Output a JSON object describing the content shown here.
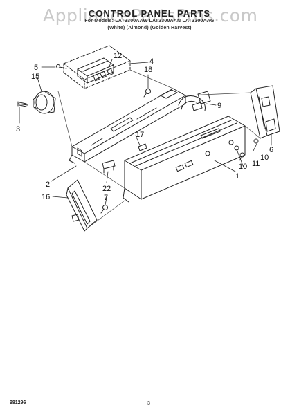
{
  "watermark": "AppliancePartsPros.com",
  "title": "CONTROL PANEL PARTS",
  "subtitle": {
    "models": "For Models: LAT3300AAW LAT3300AAN LAT3300AAG",
    "colors": "(White)   (Almond)   (Golden Harvest)"
  },
  "callouts": [
    {
      "id": "1",
      "label": "1"
    },
    {
      "id": "2",
      "label": "2"
    },
    {
      "id": "3",
      "label": "3"
    },
    {
      "id": "4",
      "label": "4"
    },
    {
      "id": "5",
      "label": "5"
    },
    {
      "id": "6",
      "label": "6"
    },
    {
      "id": "7",
      "label": "7"
    },
    {
      "id": "9",
      "label": "9"
    },
    {
      "id": "10a",
      "label": "10"
    },
    {
      "id": "10b",
      "label": "10"
    },
    {
      "id": "11",
      "label": "11"
    },
    {
      "id": "12",
      "label": "12"
    },
    {
      "id": "15",
      "label": "15"
    },
    {
      "id": "16",
      "label": "16"
    },
    {
      "id": "17",
      "label": "17"
    },
    {
      "id": "18",
      "label": "18"
    },
    {
      "id": "22",
      "label": "22"
    }
  ],
  "footer": {
    "code": "981296",
    "page": "3"
  }
}
